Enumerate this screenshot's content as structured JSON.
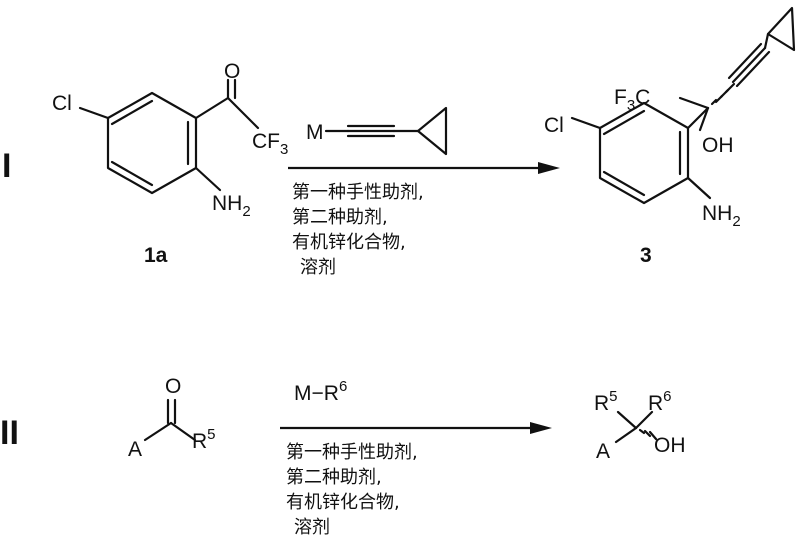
{
  "scheme_I": {
    "roman": "I",
    "reactant": {
      "cl": "Cl",
      "o": "O",
      "cf3": "CF",
      "cf3_sub": "3",
      "nh2": "NH",
      "nh2_sub": "2",
      "label": "1a"
    },
    "reagent": {
      "m": "M"
    },
    "conditions": [
      "第一种手性助剂,",
      "第二种助剂,",
      "有机锌化合物,",
      "溶剂"
    ],
    "product": {
      "cl": "Cl",
      "f3c": "F",
      "f3c_sub": "3",
      "f3c_tail": "C",
      "oh": "OH",
      "nh2": "NH",
      "nh2_sub": "2",
      "label": "3"
    }
  },
  "scheme_II": {
    "roman": "II",
    "reactant": {
      "o": "O",
      "a": "A",
      "r": "R",
      "r_sup": "5"
    },
    "reagent": {
      "m": "M",
      "dash": "−",
      "r": "R",
      "r_sup": "6"
    },
    "conditions": [
      "第一种手性助剂,",
      "第二种助剂,",
      "有机锌化合物,",
      "溶剂"
    ],
    "product": {
      "r5": "R",
      "r5_sup": "5",
      "r6": "R",
      "r6_sup": "6",
      "a": "A",
      "oh": "OH"
    }
  }
}
